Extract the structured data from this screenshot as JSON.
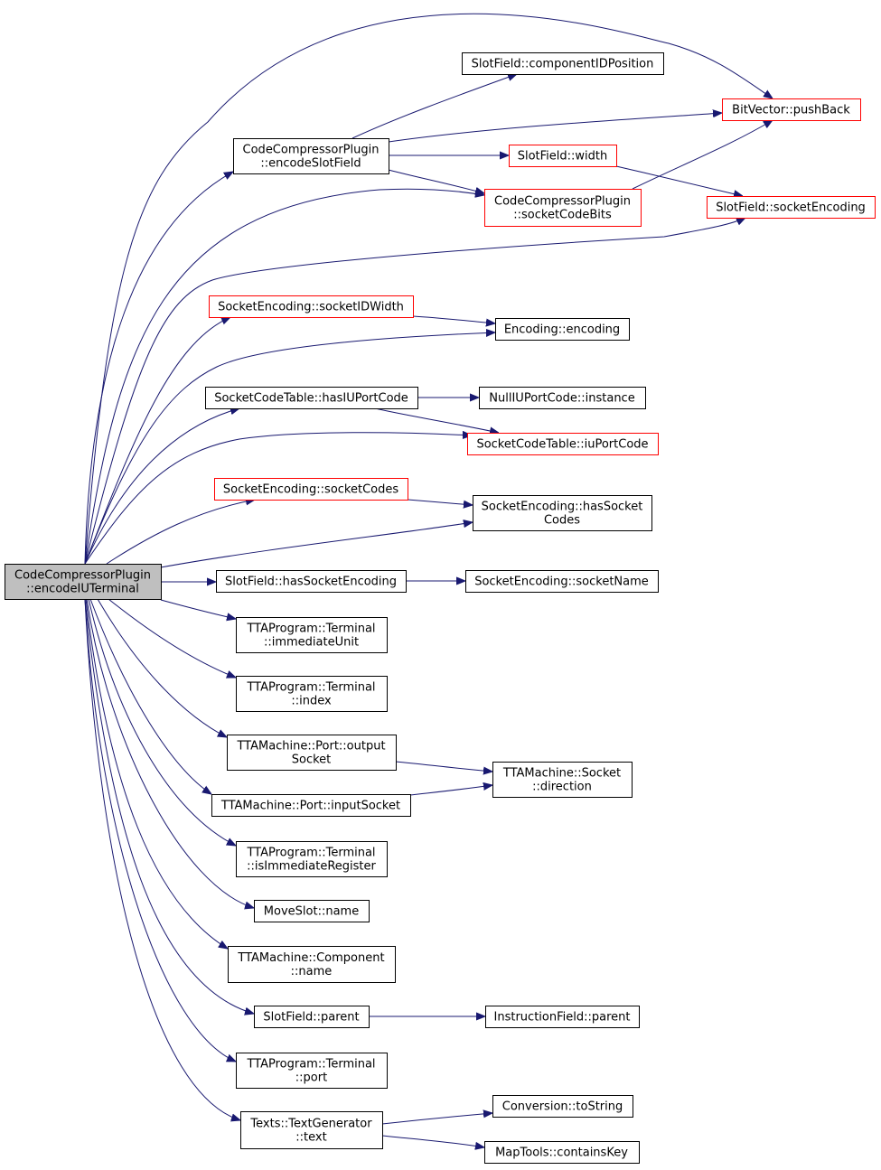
{
  "colors": {
    "edge": "#191970",
    "node_border": "#000000",
    "incomplete_border": "#ff0000",
    "root_fill": "#bfbfbf"
  },
  "nodes": [
    {
      "id": "root",
      "lines": [
        "CodeCompressorPlugin",
        "::encodeIUTerminal"
      ],
      "style": "root"
    },
    {
      "id": "n_encodeSlotField",
      "lines": [
        "CodeCompressorPlugin",
        "::encodeSlotField"
      ],
      "style": "normal"
    },
    {
      "id": "n_componentIDPosition",
      "lines": [
        "SlotField::componentIDPosition"
      ],
      "style": "normal"
    },
    {
      "id": "n_pushBack",
      "lines": [
        "BitVector::pushBack"
      ],
      "style": "red"
    },
    {
      "id": "n_width",
      "lines": [
        "SlotField::width"
      ],
      "style": "red"
    },
    {
      "id": "n_socketCodeBits",
      "lines": [
        "CodeCompressorPlugin",
        "::socketCodeBits"
      ],
      "style": "red"
    },
    {
      "id": "n_sfSocketEncoding",
      "lines": [
        "SlotField::socketEncoding"
      ],
      "style": "red"
    },
    {
      "id": "n_socketIDWidth",
      "lines": [
        "SocketEncoding::socketIDWidth"
      ],
      "style": "red"
    },
    {
      "id": "n_encoding",
      "lines": [
        "Encoding::encoding"
      ],
      "style": "normal"
    },
    {
      "id": "n_hasIUPortCode",
      "lines": [
        "SocketCodeTable::hasIUPortCode"
      ],
      "style": "normal"
    },
    {
      "id": "n_nullInstance",
      "lines": [
        "NullIUPortCode::instance"
      ],
      "style": "normal"
    },
    {
      "id": "n_iuPortCode",
      "lines": [
        "SocketCodeTable::iuPortCode"
      ],
      "style": "red"
    },
    {
      "id": "n_socketCodes",
      "lines": [
        "SocketEncoding::socketCodes"
      ],
      "style": "red"
    },
    {
      "id": "n_hasSocketCodes",
      "lines": [
        "SocketEncoding::hasSocket",
        "Codes"
      ],
      "style": "normal"
    },
    {
      "id": "n_hasSocketEncoding",
      "lines": [
        "SlotField::hasSocketEncoding"
      ],
      "style": "normal"
    },
    {
      "id": "n_socketName",
      "lines": [
        "SocketEncoding::socketName"
      ],
      "style": "normal"
    },
    {
      "id": "n_immediateUnit",
      "lines": [
        "TTAProgram::Terminal",
        "::immediateUnit"
      ],
      "style": "normal"
    },
    {
      "id": "n_index",
      "lines": [
        "TTAProgram::Terminal",
        "::index"
      ],
      "style": "normal"
    },
    {
      "id": "n_outputSocket",
      "lines": [
        "TTAMachine::Port::output",
        "Socket"
      ],
      "style": "normal"
    },
    {
      "id": "n_direction",
      "lines": [
        "TTAMachine::Socket",
        "::direction"
      ],
      "style": "normal"
    },
    {
      "id": "n_inputSocket",
      "lines": [
        "TTAMachine::Port::inputSocket"
      ],
      "style": "normal"
    },
    {
      "id": "n_isImmediateRegister",
      "lines": [
        "TTAProgram::Terminal",
        "::isImmediateRegister"
      ],
      "style": "normal"
    },
    {
      "id": "n_moveSlotName",
      "lines": [
        "MoveSlot::name"
      ],
      "style": "normal"
    },
    {
      "id": "n_componentName",
      "lines": [
        "TTAMachine::Component",
        "::name"
      ],
      "style": "normal"
    },
    {
      "id": "n_slotParent",
      "lines": [
        "SlotField::parent"
      ],
      "style": "normal"
    },
    {
      "id": "n_instrParent",
      "lines": [
        "InstructionField::parent"
      ],
      "style": "normal"
    },
    {
      "id": "n_port",
      "lines": [
        "TTAProgram::Terminal",
        "::port"
      ],
      "style": "normal"
    },
    {
      "id": "n_text",
      "lines": [
        "Texts::TextGenerator",
        "::text"
      ],
      "style": "normal"
    },
    {
      "id": "n_toString",
      "lines": [
        "Conversion::toString"
      ],
      "style": "normal"
    },
    {
      "id": "n_containsKey",
      "lines": [
        "MapTools::containsKey"
      ],
      "style": "normal"
    }
  ],
  "edges": [
    [
      "root",
      "n_encodeSlotField"
    ],
    [
      "root",
      "n_pushBack"
    ],
    [
      "root",
      "n_socketCodeBits"
    ],
    [
      "root",
      "n_sfSocketEncoding"
    ],
    [
      "root",
      "n_socketIDWidth"
    ],
    [
      "root",
      "n_encoding"
    ],
    [
      "root",
      "n_hasIUPortCode"
    ],
    [
      "root",
      "n_iuPortCode"
    ],
    [
      "root",
      "n_socketCodes"
    ],
    [
      "root",
      "n_hasSocketCodes"
    ],
    [
      "root",
      "n_hasSocketEncoding"
    ],
    [
      "root",
      "n_immediateUnit"
    ],
    [
      "root",
      "n_index"
    ],
    [
      "root",
      "n_outputSocket"
    ],
    [
      "root",
      "n_inputSocket"
    ],
    [
      "root",
      "n_isImmediateRegister"
    ],
    [
      "root",
      "n_moveSlotName"
    ],
    [
      "root",
      "n_componentName"
    ],
    [
      "root",
      "n_slotParent"
    ],
    [
      "root",
      "n_port"
    ],
    [
      "root",
      "n_text"
    ],
    [
      "n_encodeSlotField",
      "n_componentIDPosition"
    ],
    [
      "n_encodeSlotField",
      "n_pushBack"
    ],
    [
      "n_encodeSlotField",
      "n_width"
    ],
    [
      "n_encodeSlotField",
      "n_socketCodeBits"
    ],
    [
      "n_width",
      "n_sfSocketEncoding"
    ],
    [
      "n_socketCodeBits",
      "n_pushBack"
    ],
    [
      "n_socketIDWidth",
      "n_encoding"
    ],
    [
      "n_hasIUPortCode",
      "n_nullInstance"
    ],
    [
      "n_hasIUPortCode",
      "n_iuPortCode"
    ],
    [
      "n_socketCodes",
      "n_hasSocketCodes"
    ],
    [
      "n_hasSocketEncoding",
      "n_socketName"
    ],
    [
      "n_outputSocket",
      "n_direction"
    ],
    [
      "n_inputSocket",
      "n_direction"
    ],
    [
      "n_slotParent",
      "n_instrParent"
    ],
    [
      "n_text",
      "n_toString"
    ],
    [
      "n_text",
      "n_containsKey"
    ]
  ]
}
